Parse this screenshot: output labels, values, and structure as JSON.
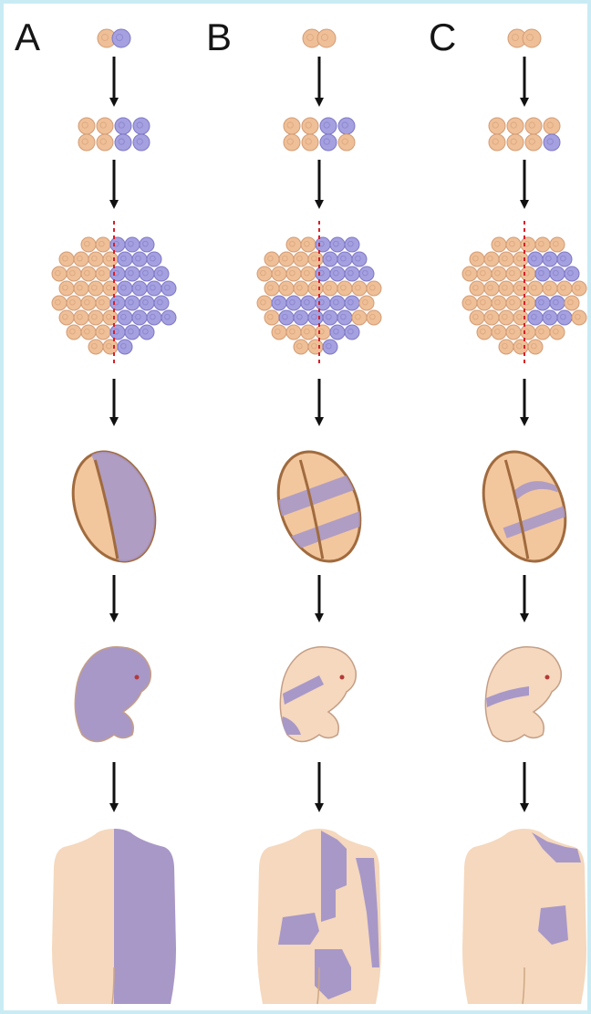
{
  "columns": [
    {
      "label": "A",
      "pattern": "half"
    },
    {
      "label": "B",
      "pattern": "patchy"
    },
    {
      "label": "C",
      "pattern": "sparse"
    }
  ],
  "colors": {
    "normal_cell": "#efbf97",
    "normal_cell_edge": "#d29c75",
    "mutant_cell": "#a5a0df",
    "mutant_cell_edge": "#7e78c6",
    "skin": "#f5d8bd",
    "mutant_skin": "#a898c8",
    "embryo_fill": "#f3c79d",
    "midline": "#d8202a",
    "arrow": "#111111",
    "border": "#c9ecf4"
  }
}
